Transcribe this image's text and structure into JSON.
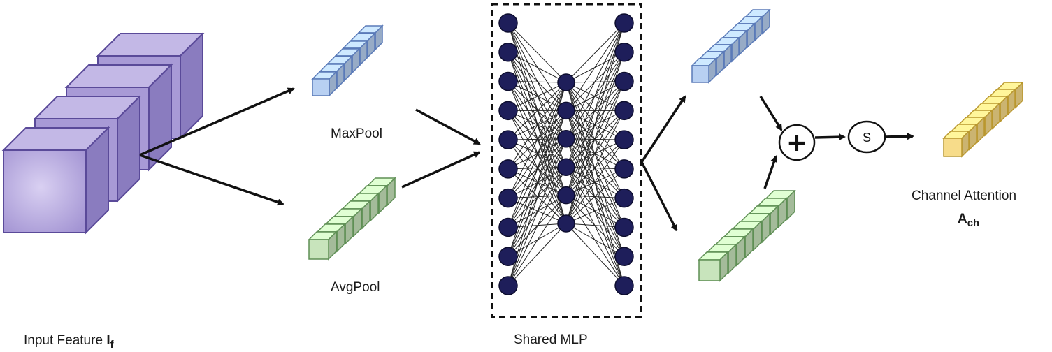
{
  "labels": {
    "input_feature": "Input Feature",
    "input_feature_symbol": "I",
    "input_feature_subscript": "f",
    "maxpool": "MaxPool",
    "avgpool": "AvgPool",
    "shared_mlp": "Shared MLP",
    "channel_attention": "Channel Attention",
    "channel_attention_symbol": "A",
    "channel_attention_subscript": "ch",
    "add_symbol": "+",
    "sigmoid_symbol": "S"
  },
  "colors": {
    "input_cube_face": "#a89ad6",
    "input_cube_top": "#c3b8e6",
    "input_cube_side": "#8a7cbf",
    "input_cube_stroke": "#5a4a99",
    "maxpool_face": "#b8d0f2",
    "maxpool_stroke": "#5a7ab8",
    "avgpool_face": "#c8e4bc",
    "avgpool_stroke": "#5f8f55",
    "output_face": "#f7dc8a",
    "output_stroke": "#b9972e",
    "mlp_node": "#1e1e5a",
    "line": "#111111"
  },
  "mlp": {
    "input_nodes": 10,
    "hidden_nodes": 6,
    "output_nodes": 10
  },
  "icons": {
    "add": "circle-plus-icon",
    "sigmoid": "circle-s-icon"
  }
}
